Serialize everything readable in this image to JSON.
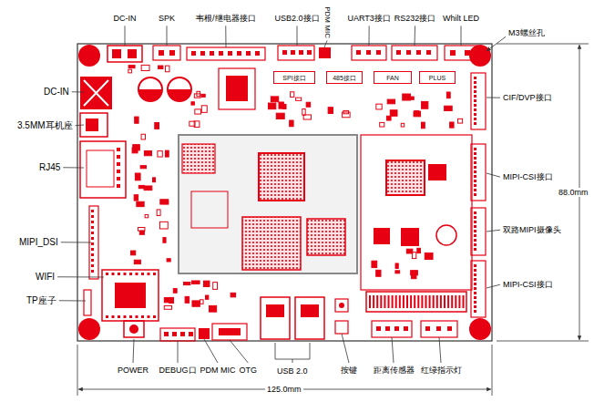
{
  "diagram": {
    "nodes": [
      {
        "text": [
          "SPI接口"
        ]
      },
      {
        "text": [
          "485接口"
        ]
      },
      {
        "text": [
          "FAN"
        ]
      },
      {
        "text": [
          "PLUS"
        ]
      }
    ],
    "labels": [
      "DC-IN",
      "SPK",
      "韦根/继电器接口",
      "USB2.0接口",
      "PDM MIC",
      "UART3接口",
      "RS232接口",
      "Whilt LED",
      "M3螺丝孔",
      "CIF/DVP接口",
      "MIPI-CSI接口",
      "双路MIPI摄像头",
      "MIPI-CSI接口",
      "88.0mm",
      "DC-IN",
      "3.5MM耳机座",
      "RJ45",
      "MIPI_DSI",
      "WIFI",
      "TP座子",
      "POWER",
      "DEBUG口",
      "PDM MIC",
      "OTG",
      "USB 2.0",
      "按键",
      "距离传感器",
      "红绿指示灯",
      "125.0mm"
    ]
  }
}
